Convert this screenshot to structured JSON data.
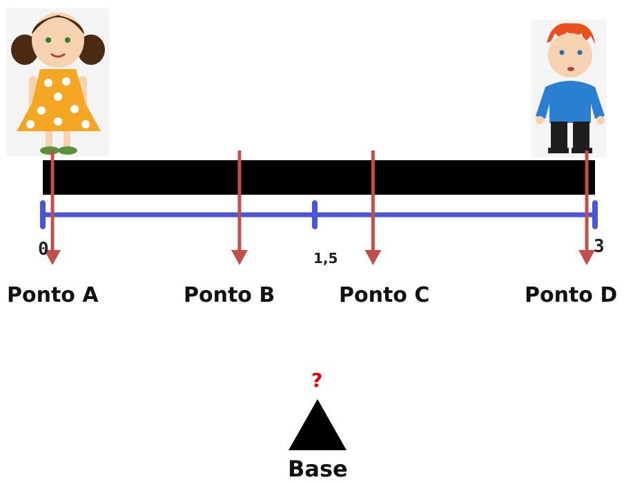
{
  "points": [
    {
      "label": "Ponto A",
      "x": 0
    },
    {
      "label": "Ponto B",
      "x": 1.05
    },
    {
      "label": "Ponto C",
      "x": 1.8
    },
    {
      "label": "Ponto D",
      "x": 3
    }
  ],
  "scale": {
    "min_label": "0",
    "mid_label": "1,5",
    "max_label": "3"
  },
  "fulcrum": {
    "question": "?",
    "label": "Base"
  },
  "colors": {
    "beam": "#000000",
    "scale_line": "#4a55d6",
    "arrow": "#c0504d",
    "question": "#e00000"
  },
  "figures": {
    "left": "girl-figure",
    "right": "boy-figure"
  }
}
